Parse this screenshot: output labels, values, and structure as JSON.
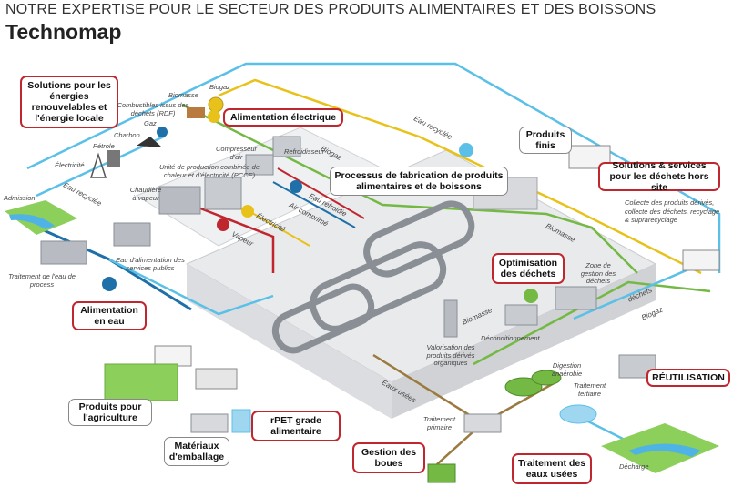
{
  "header": {
    "title": "NOTRE EXPERTISE POUR LE SECTEUR DES PRODUITS ALIMENTAIRES ET DES BOISSONS",
    "subtitle": "Technomap"
  },
  "boxes": {
    "energy_solutions": "Solutions pour les énergies renouvelables et l'énergie locale",
    "power_supply": "Alimentation électrique",
    "finished_products": "Produits finis",
    "offsite_waste": "Solutions & services pour les déchets hors site",
    "process": "Processus de fabrication de produits alimentaires et de boissons",
    "waste_optimization": "Optimisation des déchets",
    "water_supply": "Alimentation en eau",
    "reuse": "RÉUTILISATION",
    "agriculture": "Produits pour l'agriculture",
    "rpet": "rPET grade alimentaire",
    "packaging": "Matériaux d'emballage",
    "sludge": "Gestion des boues",
    "wastewater": "Traitement des eaux usées"
  },
  "labels": {
    "biomass": "Biomasse",
    "biogas": "Biogaz",
    "rdf": "Combustibles issus des déchets (RDF)",
    "gas": "Gaz",
    "coal": "Charbon",
    "oil": "Pétrole",
    "electricity": "Électricité",
    "admission": "Admission",
    "recycled_water": "Eau recyclée",
    "process_water": "Traitement de l'eau de process",
    "utilities": "Eau d'alimentation des services publics",
    "boiler": "Chaudière à vapeur",
    "chp": "Unité de production combinée de chaleur et d'électricité (PCCE)",
    "compressor": "Compresseur d'air",
    "cooler": "Refroidisseur",
    "cold_water": "Eau refroidie",
    "compressed_air": "Air comprimé",
    "electricity2": "Électricité",
    "steam": "Vapeur",
    "offsite_note": "Collecte des produits dérivés, collecte des déchets, recyclage & suprarecyclage",
    "waste_zone": "Zone de gestion des déchets",
    "waste": "déchets",
    "biomass2": "Biomasse",
    "biomass3": "Biomasse",
    "biogas2": "Biogaz",
    "biogas3": "Biogaz",
    "recycled_water2": "Eau recyclée",
    "unpacking": "Déconditionnement",
    "valorization": "Valorisation des produits dérivés organiques",
    "digestion": "Digestion anaérobie",
    "tertiary": "Traitement tertiaire",
    "wastewater_flow": "Eaux usées",
    "primary": "Traitement primaire",
    "discharge": "Décharge"
  },
  "colors": {
    "accent_red": "#c0262d",
    "water_blue": "#5bc0e8",
    "dark_blue": "#1f6fa8",
    "biogas_yellow": "#e8c21a",
    "biomass_green": "#74b944",
    "steam_red": "#c0262d",
    "sludge_brown": "#9b7a3f"
  }
}
